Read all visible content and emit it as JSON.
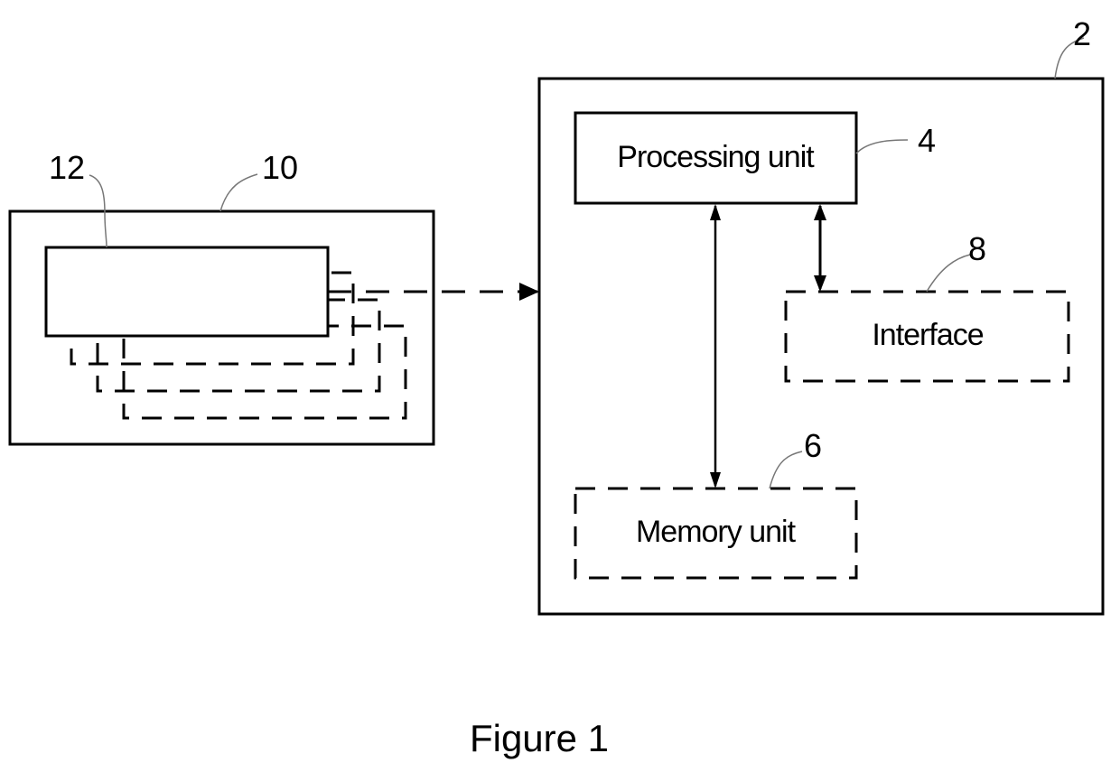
{
  "figure": {
    "caption": "Figure 1"
  },
  "device": {
    "ref": "2",
    "components": {
      "processing_unit": {
        "label": "Processing unit",
        "ref": "4",
        "style": "solid"
      },
      "memory_unit": {
        "label": "Memory unit",
        "ref": "6",
        "style": "dashed"
      },
      "interface": {
        "label": "Interface",
        "ref": "8",
        "style": "dashed"
      }
    }
  },
  "external": {
    "ref": "10",
    "item": {
      "ref": "12",
      "copies": 4
    }
  },
  "connections": [
    {
      "from": "external",
      "to": "device",
      "style": "dashed",
      "direction": "one-way"
    },
    {
      "from": "processing_unit",
      "to": "memory_unit",
      "style": "solid",
      "direction": "two-way"
    },
    {
      "from": "processing_unit",
      "to": "interface",
      "style": "solid",
      "direction": "two-way"
    }
  ],
  "colors": {
    "stroke": "#000000",
    "background": "#ffffff"
  }
}
